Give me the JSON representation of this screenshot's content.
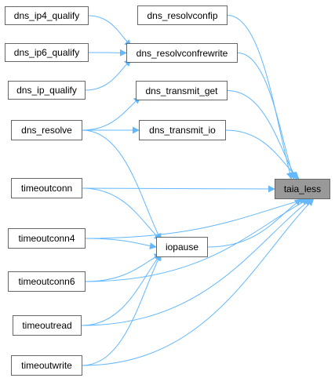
{
  "graph": {
    "edge_color": "#63b8ff",
    "target": "taia_less",
    "nodes": [
      {
        "id": "dns_ip4_qualify",
        "label": "dns_ip4_qualify"
      },
      {
        "id": "dns_ip6_qualify",
        "label": "dns_ip6_qualify"
      },
      {
        "id": "dns_ip_qualify",
        "label": "dns_ip_qualify"
      },
      {
        "id": "dns_resolve",
        "label": "dns_resolve"
      },
      {
        "id": "timeoutconn",
        "label": "timeoutconn"
      },
      {
        "id": "timeoutconn4",
        "label": "timeoutconn4"
      },
      {
        "id": "timeoutconn6",
        "label": "timeoutconn6"
      },
      {
        "id": "timeoutread",
        "label": "timeoutread"
      },
      {
        "id": "timeoutwrite",
        "label": "timeoutwrite"
      },
      {
        "id": "dns_resolvconfip",
        "label": "dns_resolvconfip"
      },
      {
        "id": "dns_resolvconfrewrite",
        "label": "dns_resolvconfrewrite"
      },
      {
        "id": "dns_transmit_get",
        "label": "dns_transmit_get"
      },
      {
        "id": "dns_transmit_io",
        "label": "dns_transmit_io"
      },
      {
        "id": "iopause",
        "label": "iopause"
      },
      {
        "id": "taia_less",
        "label": "taia_less"
      }
    ],
    "edges": [
      {
        "from": "dns_ip4_qualify",
        "to": "dns_resolvconfrewrite"
      },
      {
        "from": "dns_ip6_qualify",
        "to": "dns_resolvconfrewrite"
      },
      {
        "from": "dns_ip_qualify",
        "to": "dns_resolvconfrewrite"
      },
      {
        "from": "dns_resolve",
        "to": "dns_transmit_get"
      },
      {
        "from": "dns_resolve",
        "to": "dns_transmit_io"
      },
      {
        "from": "dns_resolve",
        "to": "iopause"
      },
      {
        "from": "timeoutconn",
        "to": "iopause"
      },
      {
        "from": "timeoutconn4",
        "to": "iopause"
      },
      {
        "from": "timeoutconn6",
        "to": "iopause"
      },
      {
        "from": "timeoutread",
        "to": "iopause"
      },
      {
        "from": "timeoutwrite",
        "to": "iopause"
      },
      {
        "from": "dns_resolvconfip",
        "to": "taia_less"
      },
      {
        "from": "dns_resolvconfrewrite",
        "to": "taia_less"
      },
      {
        "from": "dns_transmit_get",
        "to": "taia_less"
      },
      {
        "from": "dns_transmit_io",
        "to": "taia_less"
      },
      {
        "from": "iopause",
        "to": "taia_less"
      },
      {
        "from": "timeoutconn",
        "to": "taia_less"
      },
      {
        "from": "timeoutconn4",
        "to": "taia_less"
      },
      {
        "from": "timeoutconn6",
        "to": "taia_less"
      },
      {
        "from": "timeoutread",
        "to": "taia_less"
      },
      {
        "from": "timeoutwrite",
        "to": "taia_less"
      }
    ]
  }
}
